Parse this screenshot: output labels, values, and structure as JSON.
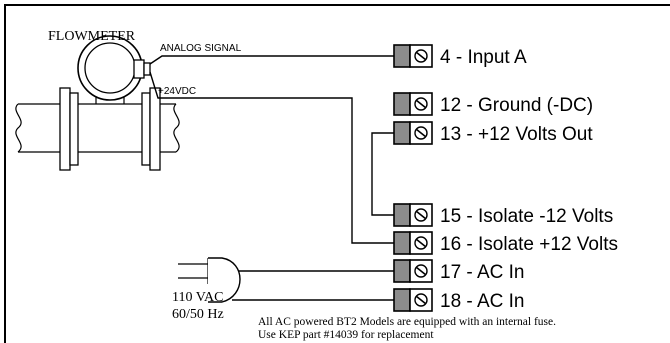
{
  "flowmeter": {
    "label": "FLOWMETER",
    "analog_signal_label": "ANALOG SIGNAL",
    "supply_label": "+24VDC"
  },
  "terminals": [
    {
      "label": "4 - Input A"
    },
    {
      "label": "12 - Ground (-DC)"
    },
    {
      "label": "13 - +12 Volts Out"
    },
    {
      "label": "15 - Isolate -12 Volts"
    },
    {
      "label": "16 - Isolate +12 Volts"
    },
    {
      "label": "17 - AC In"
    },
    {
      "label": "18 - AC In"
    }
  ],
  "ac_plug": {
    "voltage_label": "110 VAC",
    "frequency_label": "60/50 Hz"
  },
  "note": {
    "line1": "All AC powered BT2 Models are equipped with an internal fuse.",
    "line2": "Use KEP part #14039 for replacement"
  },
  "colors": {
    "terminal_block_fill": "#8c8c8c",
    "line": "#000000",
    "background": "#ffffff"
  }
}
